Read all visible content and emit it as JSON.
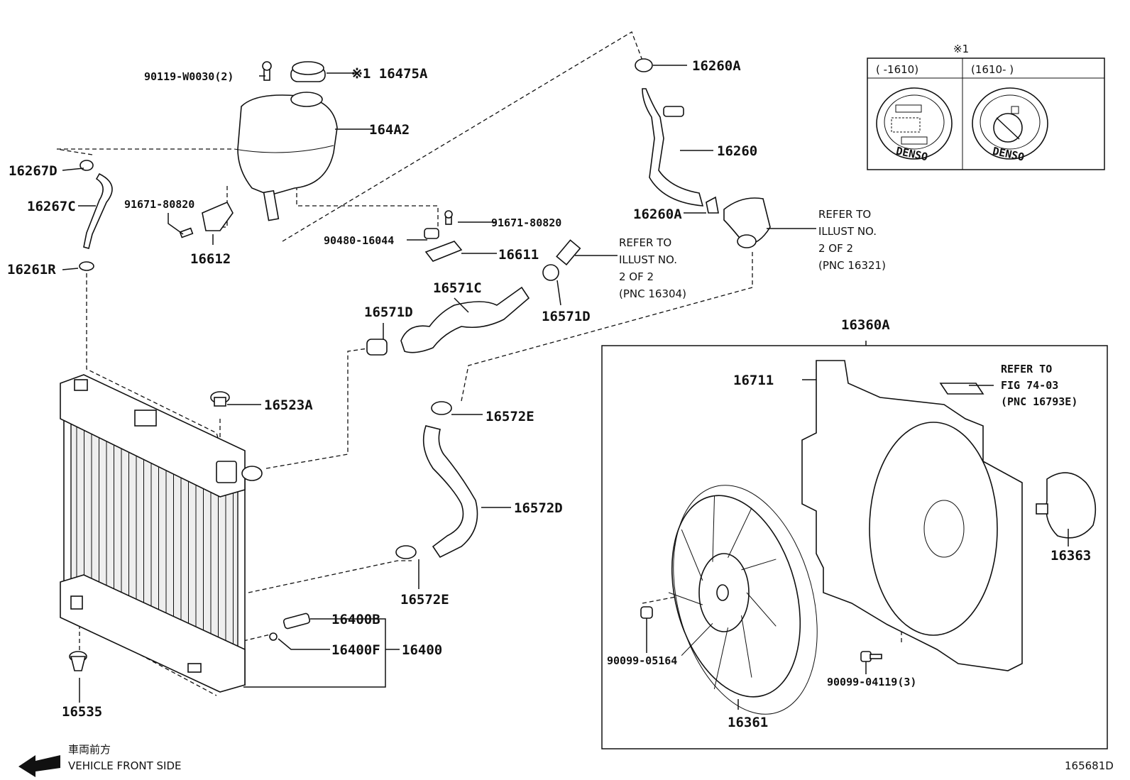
{
  "callouts": {
    "c_16267D": "16267D",
    "c_16267C": "16267C",
    "c_16261R": "16261R",
    "c_90119": "90119-W0030(2)",
    "c_16475A": "※1 16475A",
    "c_164A2": "164A2",
    "c_91671_a": "91671-80820",
    "c_16612": "16612",
    "c_91671_b": "91671-80820",
    "c_90480": "90480-16044",
    "c_16611": "16611",
    "c_16260A_top": "16260A",
    "c_16260": "16260",
    "c_16260A_mid": "16260A",
    "c_16571C": "16571C",
    "c_16571D_left": "16571D",
    "c_16571D_right": "16571D",
    "c_16523A": "16523A",
    "c_16572E_top": "16572E",
    "c_16572D": "16572D",
    "c_16572E_bot": "16572E",
    "c_16400B": "16400B",
    "c_16400F": "16400F",
    "c_16400": "16400",
    "c_16535": "16535",
    "c_16360A": "16360A",
    "c_16711": "16711",
    "c_16363": "16363",
    "c_16361": "16361",
    "c_90099_05164": "90099-05164",
    "c_90099_04119": "90099-04119(3)"
  },
  "notes": {
    "refer_16304": [
      "REFER TO",
      "ILLUST NO.",
      "2 OF 2",
      "(PNC 16304)"
    ],
    "refer_16321": [
      "REFER TO",
      "ILLUST NO.",
      "2 OF 2",
      "(PNC 16321)"
    ],
    "refer_fig": [
      "REFER TO",
      "FIG 74-03",
      "(PNC 16793E)"
    ]
  },
  "inset": {
    "title": "※1",
    "col_left": "(      -1610)",
    "col_right": "(1610-      )",
    "brand": "DENSO"
  },
  "footer": {
    "front_jp": "車両前方",
    "front_en": "VEHICLE FRONT SIDE",
    "diagram_id": "165681D"
  },
  "icons": [
    "arrow-left-icon"
  ]
}
